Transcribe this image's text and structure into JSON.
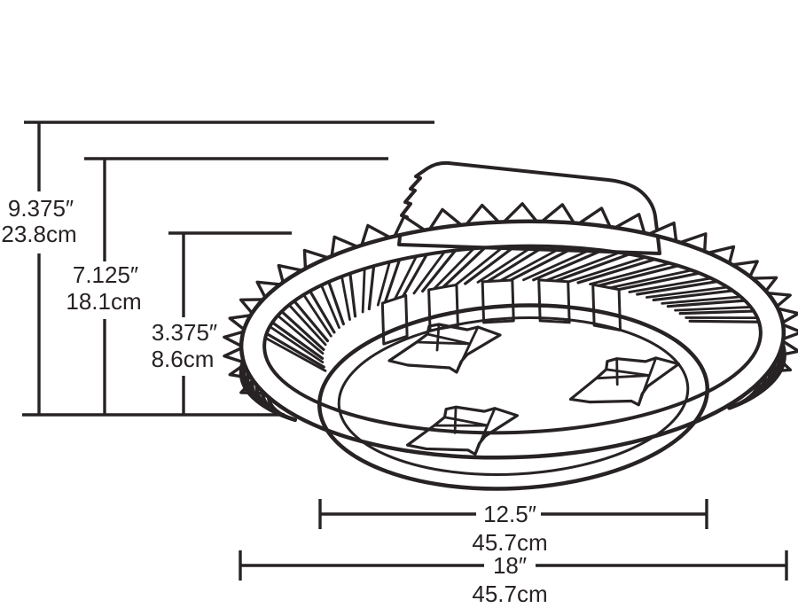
{
  "diagram": {
    "type": "product-dimension-drawing",
    "subject": "round LED fixture with finned heat sink, three square optics and top driver box"
  },
  "colors": {
    "line": "#272223",
    "background": "#ffffff"
  },
  "dimensions": {
    "overall_height": {
      "inches": "9.375″",
      "metric": "23.8cm"
    },
    "housing_height": {
      "inches": "7.125″",
      "metric": "18.1cm"
    },
    "lens_height": {
      "inches": "3.375″",
      "metric": "8.6cm"
    },
    "lens_diameter": {
      "inches": "12.5″",
      "metric": "45.7cm"
    },
    "overall_diameter": {
      "inches": "18″",
      "metric": "45.7cm"
    }
  }
}
